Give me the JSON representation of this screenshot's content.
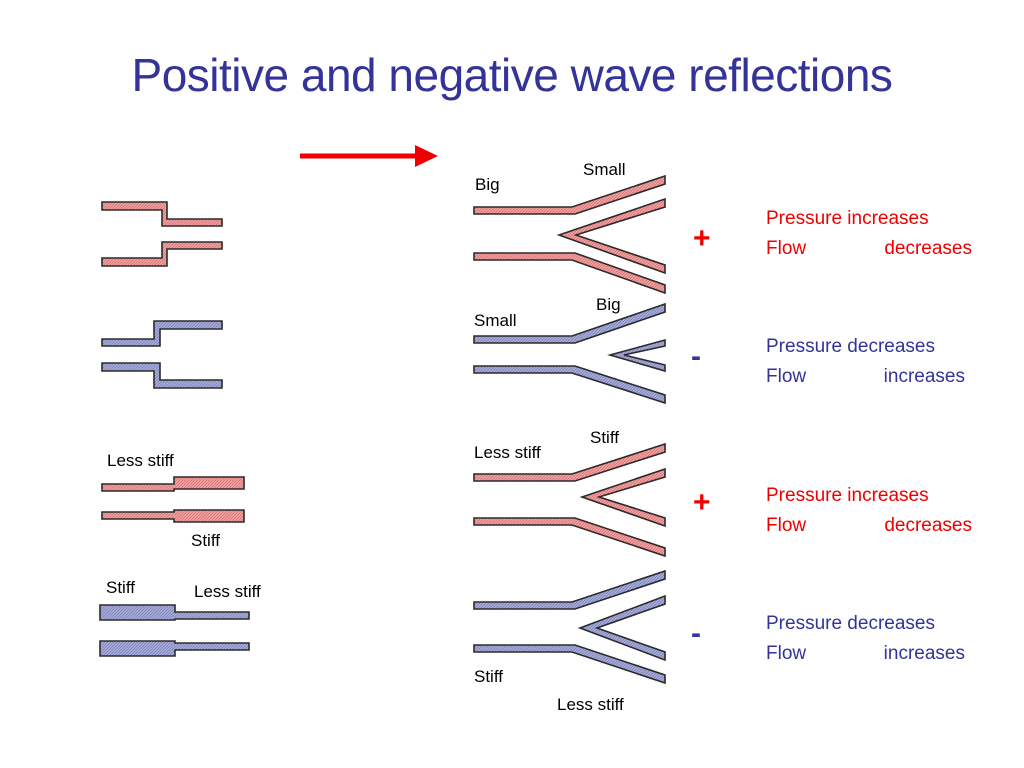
{
  "title": "Positive and negative wave reflections",
  "colors": {
    "title": "#333399",
    "red_fill": "#f4a0a0",
    "blue_fill": "#a8acd8",
    "outline": "#2b2b2b",
    "arrow": "#ee0000",
    "red_text": "#ee0000",
    "blue_text": "#333399"
  },
  "left_labels": {
    "less_stiff_top": "Less stiff",
    "stiff_top": "Stiff",
    "stiff_bottom": "Stiff",
    "less_stiff_bottom": "Less stiff"
  },
  "junctions": [
    {
      "label_a": "Big",
      "label_b": "Small",
      "sign": "+",
      "pressure": "Pressure increases",
      "flow_word": "Flow",
      "flow_change": "decreases"
    },
    {
      "label_a": "Small",
      "label_b": "Big",
      "sign": "-",
      "pressure": "Pressure decreases",
      "flow_word": "Flow",
      "flow_change": "increases"
    },
    {
      "label_a": "Less stiff",
      "label_b": "Stiff",
      "sign": "+",
      "pressure": "Pressure increases",
      "flow_word": "Flow",
      "flow_change": "decreases"
    },
    {
      "label_a": "Stiff",
      "label_b": "Less stiff",
      "sign": "-",
      "pressure": "Pressure decreases",
      "flow_word": "Flow",
      "flow_change": "increases"
    }
  ]
}
